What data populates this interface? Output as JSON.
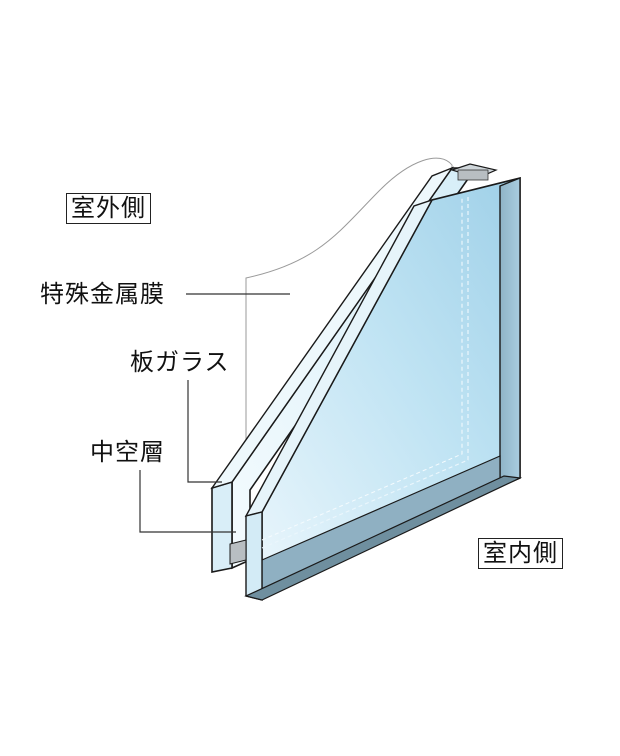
{
  "labels": {
    "outdoor_side": "室外側",
    "indoor_side": "室内側",
    "low_e_coating": "特殊金属膜",
    "plate_glass": "板ガラス",
    "air_cavity": "中空層"
  },
  "colors": {
    "glass_face": "#bfe3f3",
    "glass_edge": "#a8cbdc",
    "glass_dark": "#7f9fb0",
    "outline": "#1a1a1a",
    "leader": "#333333",
    "spacer": "#9aa0a4"
  }
}
